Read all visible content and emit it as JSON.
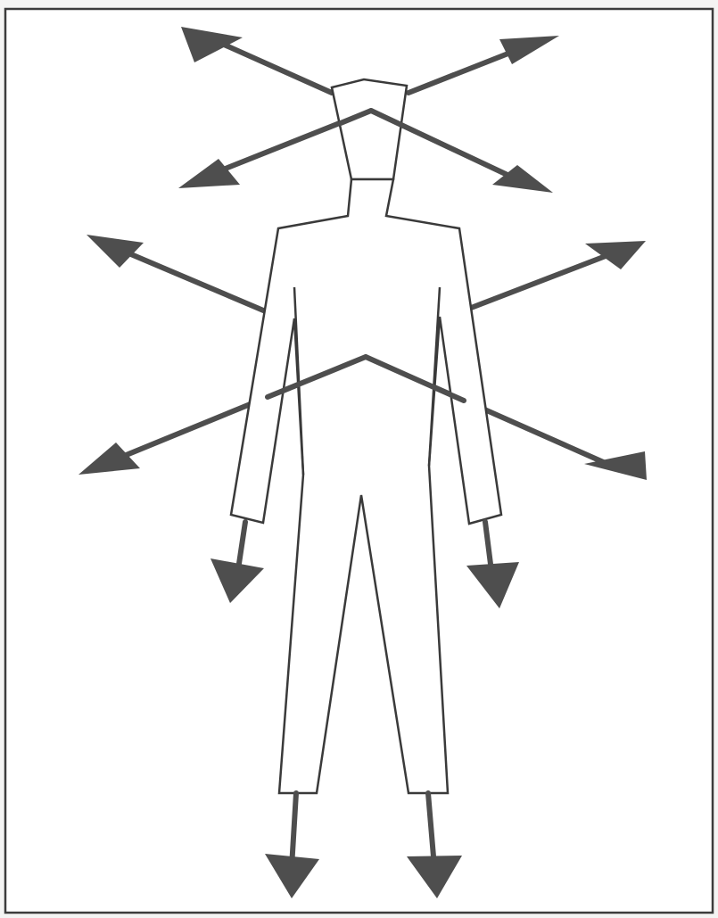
{
  "figure": {
    "description_label": "",
    "colors": {
      "background": "#f4f4f3",
      "frame": "#3c3c3c",
      "figure_outline": "#3a3a3a",
      "figure_fill": "#ffffff",
      "arrow": "#4e4e4e"
    },
    "icons": {
      "body": "human-figure-outline",
      "arrow": "arrow-icon"
    },
    "arrow_groups": [
      "head-lines-upper",
      "head-lines-lower",
      "shoulder-lines",
      "waist-lines",
      "hand-lines",
      "foot-lines"
    ]
  }
}
